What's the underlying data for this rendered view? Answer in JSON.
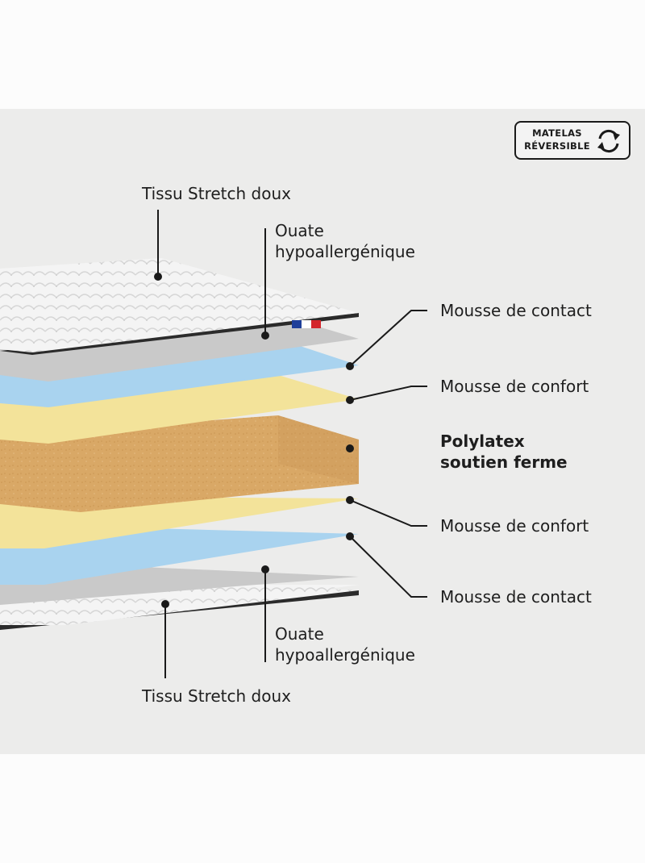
{
  "badge": {
    "line1": "MATELAS",
    "line2": "RÉVERSIBLE",
    "icon": "reverse-arrows-icon"
  },
  "labels": {
    "tissu_top": "Tissu Stretch doux",
    "ouate_top_1": "Ouate",
    "ouate_top_2": "hypoallergénique",
    "contact_top": "Mousse de contact",
    "confort_top": "Mousse de confort",
    "polylatex_1": "Polylatex",
    "polylatex_2": "soutien ferme",
    "confort_bottom": "Mousse de confort",
    "contact_bottom": "Mousse de contact",
    "ouate_bottom_1": "Ouate",
    "ouate_bottom_2": "hypoallergénique",
    "tissu_bottom": "Tissu Stretch doux"
  },
  "flag": {
    "colors": [
      "#1f3f9a",
      "#ffffff",
      "#d3252b"
    ]
  },
  "colors": {
    "fabric": "#f4f4f4",
    "ouate": "#c9c9c9",
    "contact": "#a9d3ef",
    "confort": "#f3e39a",
    "polylatex": "#d9a866"
  }
}
